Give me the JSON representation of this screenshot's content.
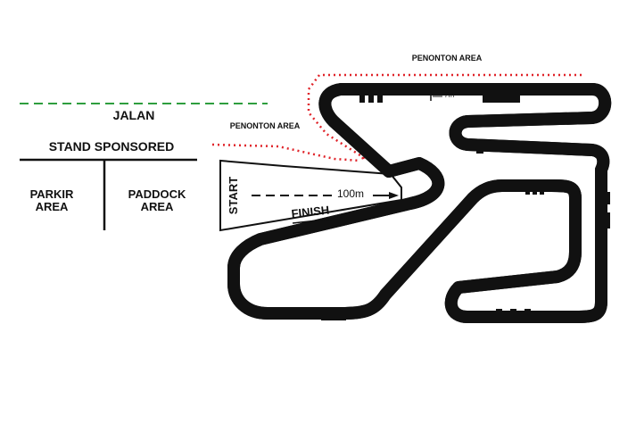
{
  "title": "",
  "areas": {
    "road": "JALAN",
    "sponsor_stand": "STAND SPONSORED",
    "parking": "PARKIR AREA",
    "paddock": "PADDOCK AREA",
    "spectator_area_north": "PENONTON AREA",
    "spectator_area_west": "PENONTON AREA"
  },
  "track": {
    "start_label": "START",
    "finish_label": "FINISH",
    "straight_length": "100m",
    "track_width": "7m"
  },
  "colors": {
    "road_line": "#2e9e3e",
    "spectator_boundary": "#e0242a",
    "track": "#111111",
    "background": "#ffffff"
  }
}
